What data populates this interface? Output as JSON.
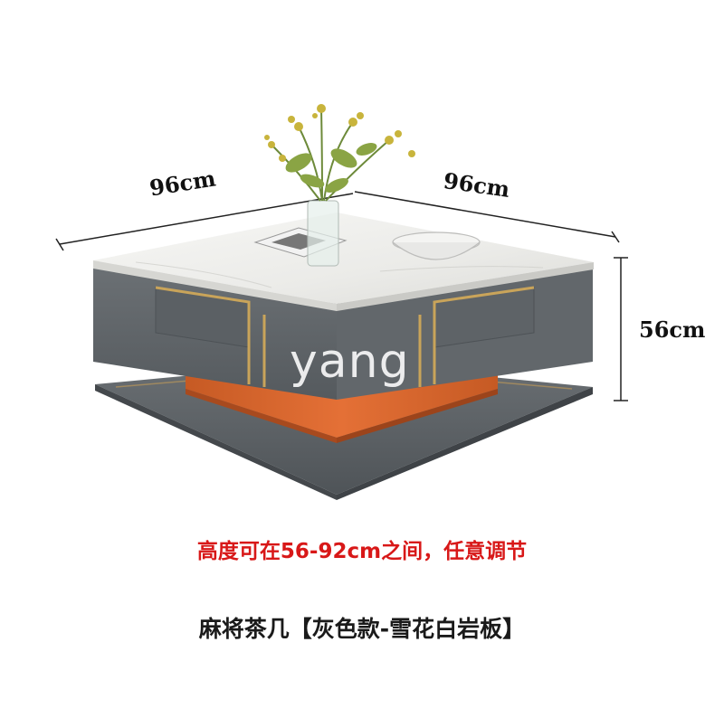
{
  "dimensions": {
    "width_left": "96cm",
    "width_right": "96cm",
    "height": "56cm"
  },
  "watermark": "yang",
  "height_note": "高度可在56-92cm之间，任意调节",
  "product_name": "麻将茶几【灰色款-雪花白岩板】",
  "colors": {
    "body_gray": "#5f6468",
    "top_marble": "#eeeeec",
    "gold_trim": "#c9a45a",
    "orange_base": "#d8662c",
    "note_red": "#d81818"
  }
}
